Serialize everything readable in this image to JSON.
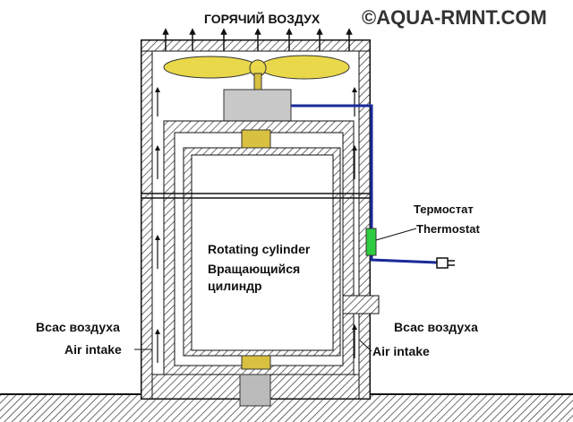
{
  "watermark": "©AQUA-RMNT.COM",
  "labels": {
    "hot_air": "ГОРЯЧИЙ ВОЗДУХ",
    "thermostat_ru": "Термостат",
    "thermostat_en": "Thermostat",
    "cylinder_en": "Rotating cylinder",
    "cylinder_ru_1": "Вращающийся",
    "cylinder_ru_2": "цилиндр",
    "intake_left_ru": "Всас воздуха",
    "intake_left_en": "Air intake",
    "intake_right_ru": "Всас воздуха",
    "intake_right_en": "Air intake"
  },
  "colors": {
    "fan": "#e8d84a",
    "wire": "#1a2a9a",
    "thermostat": "#2ecc40",
    "shaft": "#d8c040"
  }
}
